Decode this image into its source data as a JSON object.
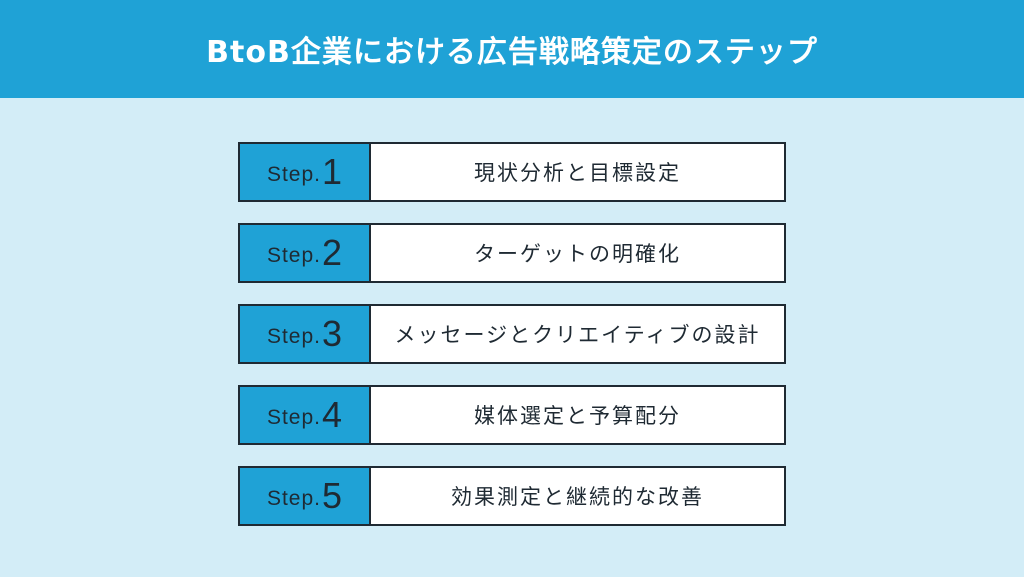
{
  "header": {
    "title": "BtoB企業における広告戦略策定のステップ"
  },
  "steps": [
    {
      "prefix": "Step.",
      "number": "1",
      "text": "現状分析と目標設定"
    },
    {
      "prefix": "Step.",
      "number": "2",
      "text": "ターゲットの明確化"
    },
    {
      "prefix": "Step.",
      "number": "3",
      "text": "メッセージとクリエイティブの設計"
    },
    {
      "prefix": "Step.",
      "number": "4",
      "text": "媒体選定と予算配分"
    },
    {
      "prefix": "Step.",
      "number": "5",
      "text": "効果測定と継続的な改善"
    }
  ],
  "colors": {
    "accent": "#1fa2d6",
    "background": "#d3edf7",
    "border": "#1f2a33"
  }
}
